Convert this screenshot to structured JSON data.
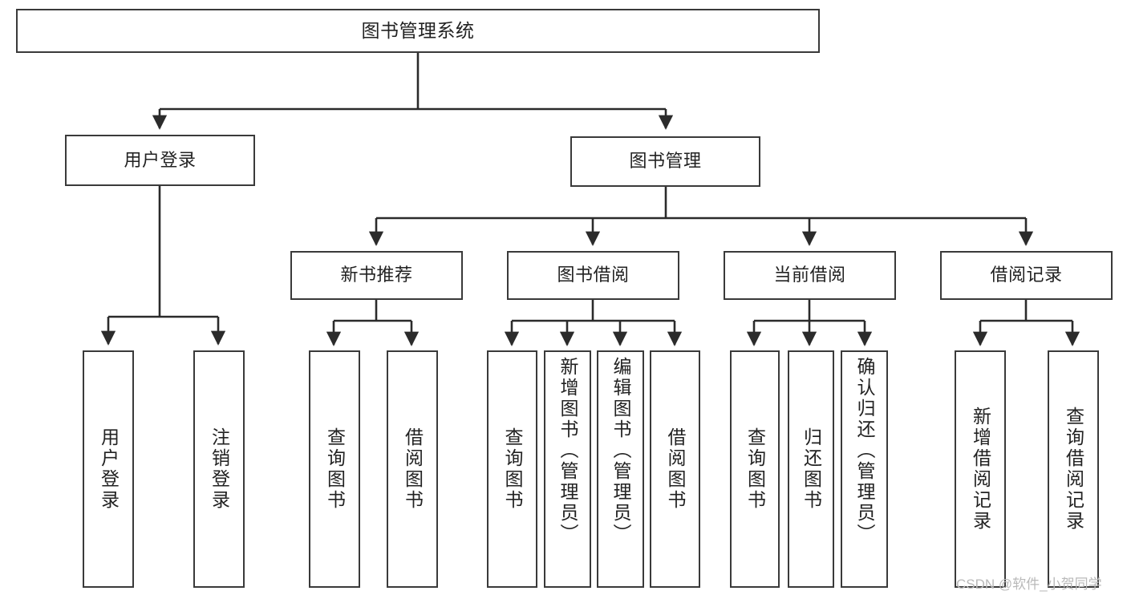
{
  "diagram": {
    "title": "图书管理系统",
    "type": "functional-hierarchy-tree",
    "orientation": "top-down",
    "watermark": "CSDN @软件_小贺同学",
    "colors": {
      "box_border": "#3a3a3a",
      "box_fill": "#ffffff",
      "connector": "#2b2b2b",
      "text": "#222222",
      "watermark": "#b9b9b9",
      "background": "#ffffff"
    }
  },
  "nodes": {
    "root": {
      "label": "图书管理系统",
      "level": 1
    },
    "level2": [
      {
        "id": "user-login",
        "label": "用户登录"
      },
      {
        "id": "book-management",
        "label": "图书管理"
      }
    ],
    "level3": [
      {
        "id": "new-book-recommend",
        "label": "新书推荐",
        "parent": "book-management"
      },
      {
        "id": "book-borrow",
        "label": "图书借阅",
        "parent": "book-management"
      },
      {
        "id": "current-borrow",
        "label": "当前借阅",
        "parent": "book-management"
      },
      {
        "id": "borrow-record",
        "label": "借阅记录",
        "parent": "book-management"
      }
    ],
    "leaves": [
      {
        "id": "leaf-user-login",
        "label": "用户登录",
        "parent": "user-login"
      },
      {
        "id": "leaf-logout-login",
        "label": "注销登录",
        "parent": "user-login"
      },
      {
        "id": "leaf-query-book-1",
        "label": "查询图书",
        "parent": "new-book-recommend"
      },
      {
        "id": "leaf-borrow-book-1",
        "label": "借阅图书",
        "parent": "new-book-recommend"
      },
      {
        "id": "leaf-query-book-2",
        "label": "查询图书",
        "parent": "book-borrow"
      },
      {
        "id": "leaf-add-book",
        "label": "新增图书（管理员）",
        "parent": "book-borrow"
      },
      {
        "id": "leaf-edit-book",
        "label": "编辑图书（管理员）",
        "parent": "book-borrow"
      },
      {
        "id": "leaf-borrow-book-2",
        "label": "借阅图书",
        "parent": "book-borrow"
      },
      {
        "id": "leaf-query-book-3",
        "label": "查询图书",
        "parent": "current-borrow"
      },
      {
        "id": "leaf-return-book",
        "label": "归还图书",
        "parent": "current-borrow"
      },
      {
        "id": "leaf-confirm-return",
        "label": "确认归还（管理员）",
        "parent": "current-borrow"
      },
      {
        "id": "leaf-add-record",
        "label": "新增借阅记录",
        "parent": "borrow-record"
      },
      {
        "id": "leaf-query-record",
        "label": "查询借阅记录",
        "parent": "borrow-record"
      }
    ]
  }
}
